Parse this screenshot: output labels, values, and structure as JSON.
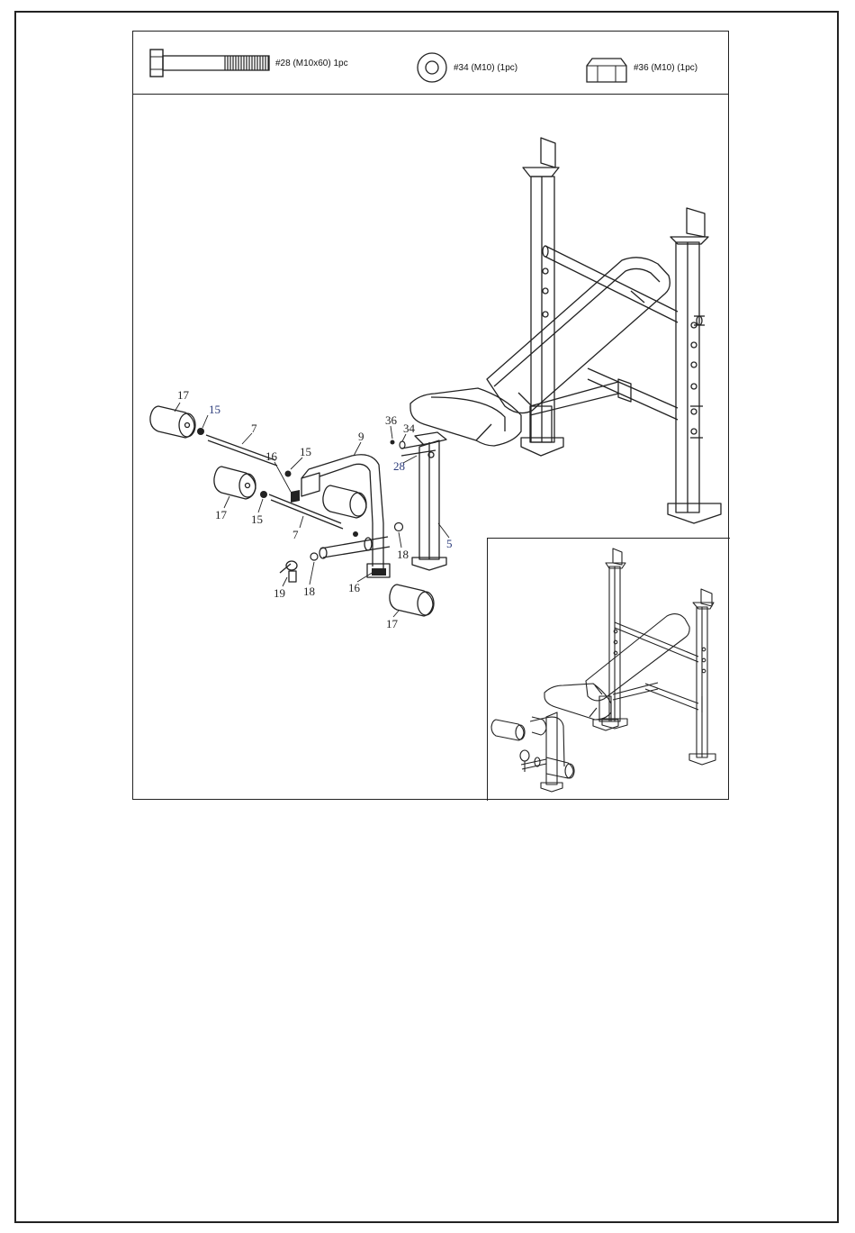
{
  "hardware": [
    {
      "id": "bolt",
      "label": "#28 (M10x60) 1pc",
      "icon": "bolt-icon"
    },
    {
      "id": "washer",
      "label": "#34 (M10)  (1pc)",
      "icon": "washer-icon"
    },
    {
      "id": "nut",
      "label": "#36 (M10)  (1pc)",
      "icon": "nut-icon"
    }
  ],
  "callouts": {
    "c17a": "17",
    "c15a": "15",
    "c7a": "7",
    "c15b": "15",
    "c9": "9",
    "c16a": "16",
    "c17b": "17",
    "c15c": "15",
    "c7b": "7",
    "c36": "36",
    "c34": "34",
    "c28": "28",
    "c5": "5",
    "c18a": "18",
    "c19": "19",
    "c18b": "18",
    "c16b": "16",
    "c17c": "17"
  },
  "colors": {
    "line": "#222222",
    "callout_blue": "#2a3a7a"
  }
}
